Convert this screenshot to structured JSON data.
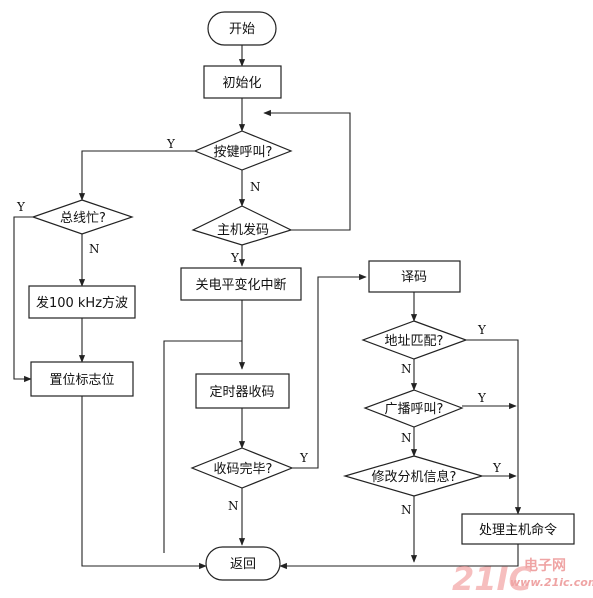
{
  "flowchart": {
    "start": "开始",
    "init": "初始化",
    "key_call": "按键呼叫?",
    "bus_busy": "总线忙?",
    "send_square": "发100 kHz方波",
    "set_flag": "置位标志位",
    "master_send": "主机发码",
    "close_level_int": "关电平变化中断",
    "timer_receive": "定时器收码",
    "receive_done": "收码完毕?",
    "ret": "返回",
    "decode": "译码",
    "addr_match": "地址匹配?",
    "broadcast": "广播呼叫?",
    "modify_info": "修改分机信息?",
    "handle_cmd": "处理主机命令"
  },
  "branch_labels": {
    "yes": "Y",
    "no": "N"
  },
  "watermark": {
    "big": "21IC",
    "cn": "电子网",
    "url": "www.21ic.com"
  }
}
